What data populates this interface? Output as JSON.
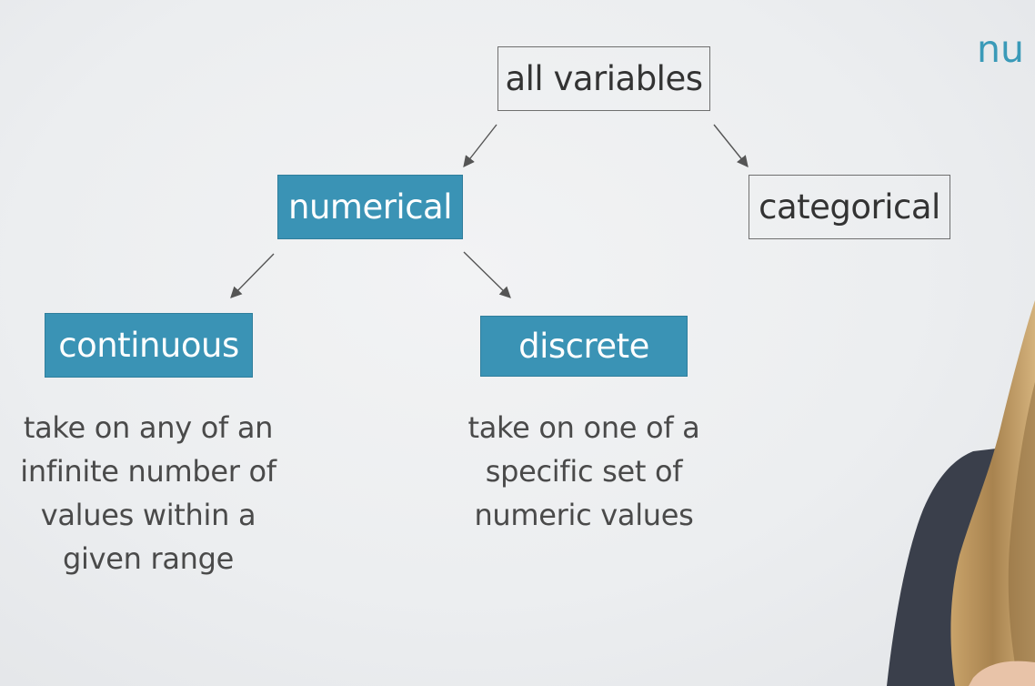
{
  "diagram": {
    "root": "all variables",
    "numerical": "numerical",
    "categorical": "categorical",
    "continuous": "continuous",
    "discrete": "discrete",
    "continuous_description": [
      "take on any of an",
      "infinite number of",
      "values within a",
      "given range"
    ],
    "discrete_description": [
      "take on one of a",
      "specific set of",
      "numeric values"
    ]
  },
  "corner_heading": "nu",
  "colors": {
    "accent": "#3a93b5",
    "heading": "#3a9ab8",
    "outline": "#6f6f6f",
    "text": "#4a4a4a",
    "background": "#eceef0"
  }
}
